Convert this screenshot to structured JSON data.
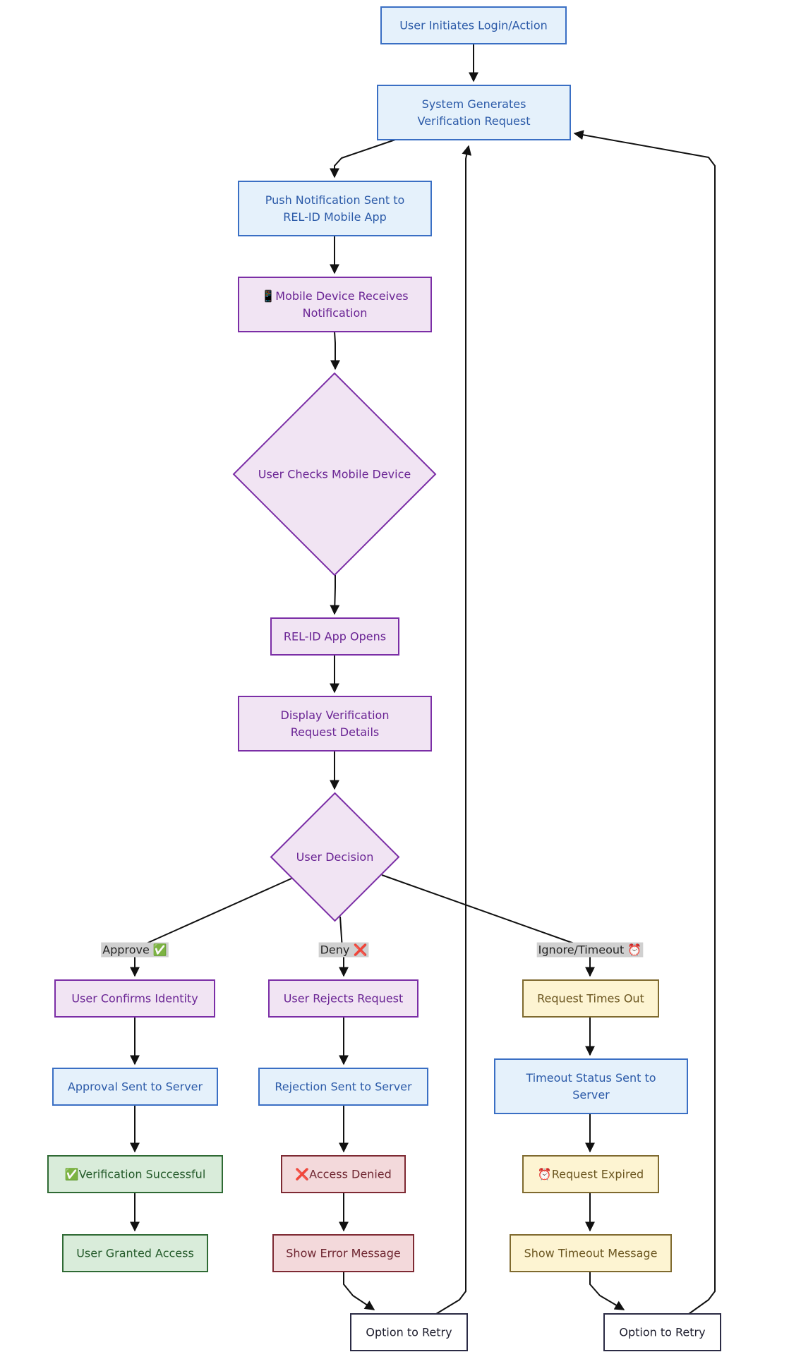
{
  "colors": {
    "blue": {
      "fill": "#e5f1fb",
      "stroke": "#3a6fc4",
      "text": "#2b5aa8"
    },
    "purple": {
      "fill": "#f1e4f3",
      "stroke": "#7b2ea6",
      "text": "#6a2494"
    },
    "yellow": {
      "fill": "#fdf4d2",
      "stroke": "#7f6a2f",
      "text": "#6b5620"
    },
    "green": {
      "fill": "#d9ecda",
      "stroke": "#2f6a34",
      "text": "#245a2a"
    },
    "red": {
      "fill": "#f3d9db",
      "stroke": "#7e2a33",
      "text": "#6e2530"
    },
    "white": {
      "fill": "#ffffff",
      "stroke": "#2b2b45",
      "text": "#1e1e2e"
    },
    "edge": "#111111"
  },
  "nodes": [
    {
      "id": "initiate",
      "lines": [
        "User Initiates Login/Action"
      ],
      "style": "blue"
    },
    {
      "id": "generate",
      "lines": [
        "System Generates",
        "Verification Request"
      ],
      "style": "blue"
    },
    {
      "id": "push",
      "lines": [
        "Push Notification Sent to",
        "REL-ID Mobile App"
      ],
      "style": "blue"
    },
    {
      "id": "receive",
      "lines": [
        "📱Mobile Device Receives",
        "Notification"
      ],
      "style": "purple"
    },
    {
      "id": "check",
      "lines": [
        "User Checks Mobile Device"
      ],
      "style": "purple"
    },
    {
      "id": "opens",
      "lines": [
        "REL-ID App Opens"
      ],
      "style": "purple"
    },
    {
      "id": "display",
      "lines": [
        "Display Verification",
        "Request Details"
      ],
      "style": "purple"
    },
    {
      "id": "decision",
      "lines": [
        "User Decision"
      ],
      "style": "purple"
    },
    {
      "id": "confirm",
      "lines": [
        "User Confirms Identity"
      ],
      "style": "purple"
    },
    {
      "id": "reject",
      "lines": [
        "User Rejects Request"
      ],
      "style": "purple"
    },
    {
      "id": "timeout",
      "lines": [
        "Request Times Out"
      ],
      "style": "yellow"
    },
    {
      "id": "approval",
      "lines": [
        "Approval Sent to Server"
      ],
      "style": "blue"
    },
    {
      "id": "rejection",
      "lines": [
        "Rejection Sent to Server"
      ],
      "style": "blue"
    },
    {
      "id": "tstatus",
      "lines": [
        "Timeout Status Sent to",
        "Server"
      ],
      "style": "blue"
    },
    {
      "id": "success",
      "lines": [
        "✅Verification Successful"
      ],
      "style": "green"
    },
    {
      "id": "denied",
      "lines": [
        "❌Access Denied"
      ],
      "style": "red"
    },
    {
      "id": "expired",
      "lines": [
        "⏰Request Expired"
      ],
      "style": "yellow"
    },
    {
      "id": "granted",
      "lines": [
        "User Granted Access"
      ],
      "style": "green"
    },
    {
      "id": "errmsg",
      "lines": [
        "Show Error Message"
      ],
      "style": "red"
    },
    {
      "id": "tmsg",
      "lines": [
        "Show Timeout Message"
      ],
      "style": "yellow"
    },
    {
      "id": "retry1",
      "lines": [
        "Option to Retry"
      ],
      "style": "white"
    },
    {
      "id": "retry2",
      "lines": [
        "Option to Retry"
      ],
      "style": "white"
    }
  ],
  "edge_labels": {
    "approve": "Approve ✅",
    "deny": "Deny ❌",
    "ignore": "Ignore/Timeout ⏰"
  },
  "edges": [
    {
      "from": "initiate",
      "to": "generate"
    },
    {
      "from": "generate",
      "to": "push"
    },
    {
      "from": "push",
      "to": "receive"
    },
    {
      "from": "receive",
      "to": "check"
    },
    {
      "from": "check",
      "to": "opens"
    },
    {
      "from": "opens",
      "to": "display"
    },
    {
      "from": "display",
      "to": "decision"
    },
    {
      "from": "decision",
      "to": "confirm",
      "label": "approve"
    },
    {
      "from": "decision",
      "to": "reject",
      "label": "deny"
    },
    {
      "from": "decision",
      "to": "timeout",
      "label": "ignore"
    },
    {
      "from": "confirm",
      "to": "approval"
    },
    {
      "from": "reject",
      "to": "rejection"
    },
    {
      "from": "timeout",
      "to": "tstatus"
    },
    {
      "from": "approval",
      "to": "success"
    },
    {
      "from": "rejection",
      "to": "denied"
    },
    {
      "from": "tstatus",
      "to": "expired"
    },
    {
      "from": "success",
      "to": "granted"
    },
    {
      "from": "denied",
      "to": "errmsg"
    },
    {
      "from": "expired",
      "to": "tmsg"
    },
    {
      "from": "errmsg",
      "to": "retry1"
    },
    {
      "from": "tmsg",
      "to": "retry2"
    },
    {
      "from": "retry1",
      "to": "generate"
    },
    {
      "from": "retry2",
      "to": "generate"
    }
  ]
}
